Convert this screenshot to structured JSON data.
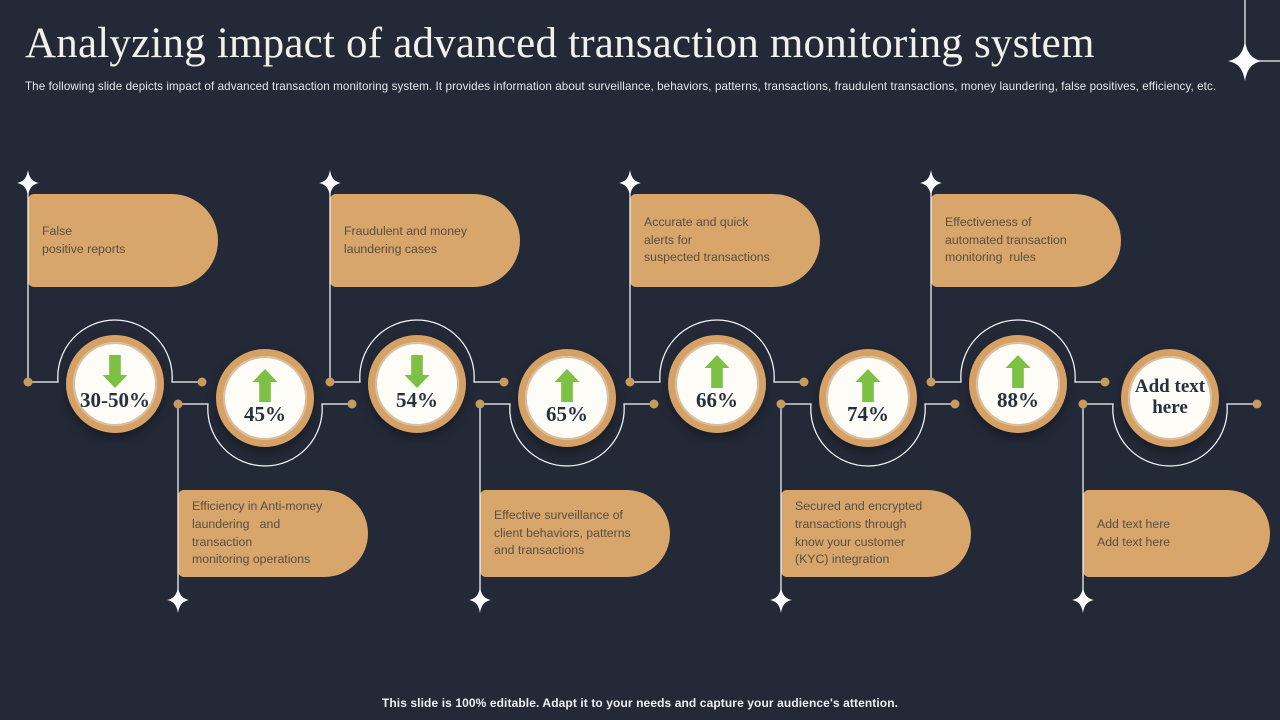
{
  "slide": {
    "title": "Analyzing impact of advanced transaction monitoring system",
    "subtitle": "The following slide depicts impact of advanced transaction monitoring system. It provides information about surveillance, behaviors, patterns, transactions, fraudulent transactions, money laundering, false positives, efficiency, etc.",
    "footer": "This slide is 100% editable. Adapt it to your needs and capture your audience's attention."
  },
  "colors": {
    "background": "#232937",
    "accent_tan": "#d8a56a",
    "circle_border": "#d5a165",
    "circle_fill": "#fdfcf7",
    "arrow_green": "#7cc143",
    "connector_white": "#f6f7f9",
    "dot_tan": "#c79a5e",
    "label_text": "#574f44",
    "value_navy": "#27303f",
    "title_cream": "#f1f0ea"
  },
  "timeline": {
    "items": [
      {
        "value": "30-50%",
        "trend": "down",
        "position": "top",
        "label": "False\npositive reports"
      },
      {
        "value": "45%",
        "trend": "up",
        "position": "bottom",
        "label": "Efficiency in Anti-money\nlaundering   and\ntransaction\nmonitoring operations"
      },
      {
        "value": "54%",
        "trend": "down",
        "position": "top",
        "label": "Fraudulent and money\nlaundering cases"
      },
      {
        "value": "65%",
        "trend": "up",
        "position": "bottom",
        "label": "Effective surveillance of\nclient behaviors, patterns\nand transactions"
      },
      {
        "value": "66%",
        "trend": "up",
        "position": "top",
        "label": "Accurate and quick\nalerts for\nsuspected transactions"
      },
      {
        "value": "74%",
        "trend": "up",
        "position": "bottom",
        "label": "Secured and encrypted\ntransactions through\nknow your customer\n(KYC) integration"
      },
      {
        "value": "88%",
        "trend": "up",
        "position": "top",
        "label": "Effectiveness of\nautomated transaction\nmonitoring  rules"
      },
      {
        "value": "Add text here",
        "trend": "none",
        "position": "bottom",
        "label": "Add text here\nAdd text here"
      }
    ]
  }
}
